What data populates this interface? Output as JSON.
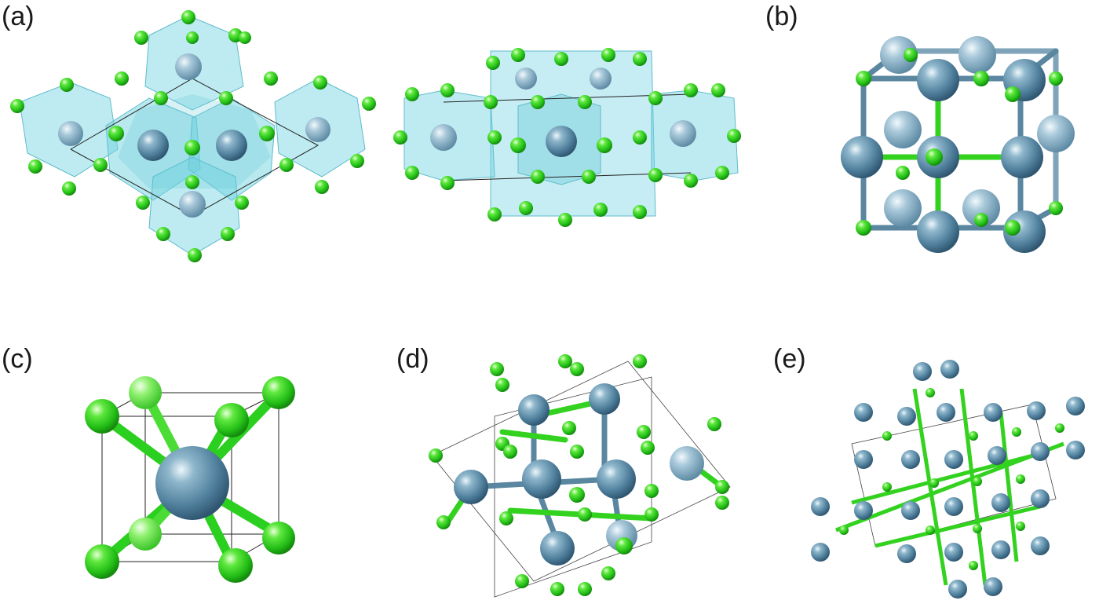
{
  "panels": {
    "a": {
      "label": "(a)"
    },
    "b": {
      "label": "(b)"
    },
    "c": {
      "label": "(c)"
    },
    "d": {
      "label": "(d)"
    },
    "e": {
      "label": "(e)"
    }
  },
  "colors": {
    "metal": "#4f7f9c",
    "metal_light": "#cfe4ef",
    "metal_dark": "#2f5670",
    "halide": "#2bcf1f",
    "halide_light": "#b8ff9a",
    "halide_dark": "#169010",
    "polyhedron": "#6fd3e0",
    "bond_metal": "#5a86a0",
    "bond_halide": "#32d21f",
    "cell_edge": "#222222"
  }
}
